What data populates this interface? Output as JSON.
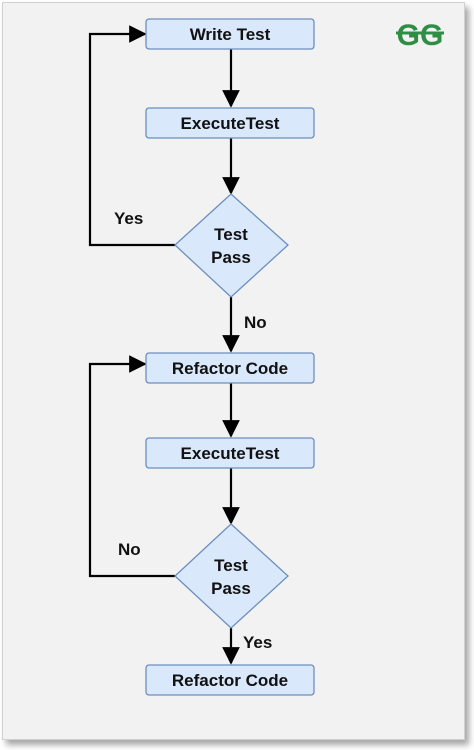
{
  "diagram": {
    "nodes": {
      "write_test": "Write Test",
      "execute_test_1": "ExecuteTest",
      "decision_1_line1": "Test",
      "decision_1_line2": "Pass",
      "refactor_code_1": "Refactor Code",
      "execute_test_2": "ExecuteTest",
      "decision_2_line1": "Test",
      "decision_2_line2": "Pass",
      "refactor_code_2": "Refactor Code"
    },
    "edges": {
      "decision_1_yes": "Yes",
      "decision_1_no": "No",
      "decision_2_no": "No",
      "decision_2_yes": "Yes"
    }
  },
  "logo": {
    "text": "GG",
    "color": "#2f8d46"
  },
  "colors": {
    "box_fill": "#dae8fc",
    "box_stroke": "#6c8ebf",
    "diamond_fill": "#dae8fc",
    "line": "#000000"
  }
}
